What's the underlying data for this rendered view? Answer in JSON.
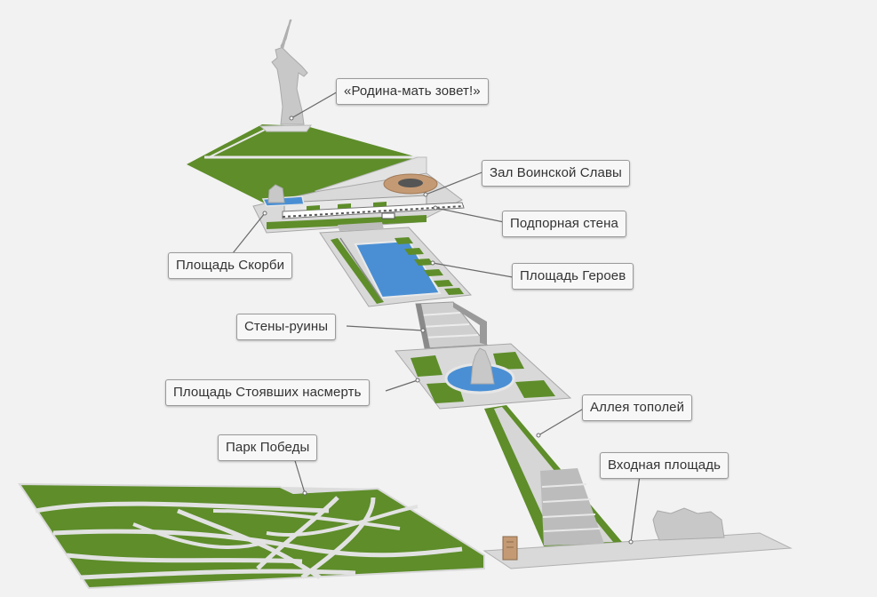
{
  "labels": {
    "motherland": "«Родина-мать зовет!»",
    "hall_of_glory": "Зал Воинской Славы",
    "retaining_wall": "Подпорная стена",
    "square_of_sorrow": "Площадь Скорби",
    "heroes_square": "Площадь Героев",
    "ruined_walls": "Стены-руины",
    "stood_to_death_square": "Площадь Стоявших насмерть",
    "poplar_alley": "Аллея тополей",
    "entrance_square": "Входная площадь",
    "victory_park": "Парк Победы"
  },
  "colors": {
    "background": "#f2f2f2",
    "grass": "#5e8d2a",
    "pavement": "#d9d9d9",
    "pavement_edge": "#a8a8a8",
    "water": "#4a8fd4",
    "statue": "#c8c8c8",
    "hall_ring": "#c49a74",
    "stone": "#8a8a8a"
  }
}
